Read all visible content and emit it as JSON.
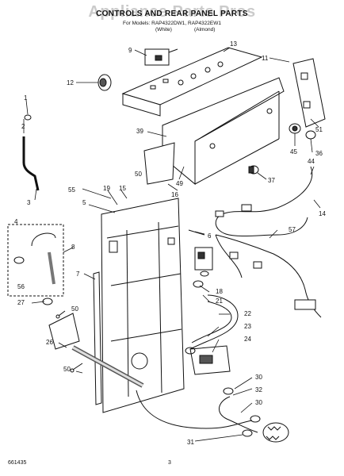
{
  "header": {
    "watermark": "Appliance Parts Pros",
    "title": "CONTROLS AND REAR PANEL PARTS",
    "models": "For Models: RAP4322DW1, RAP4322EW1",
    "variant_1": "(White)",
    "variant_2": "(Almond)"
  },
  "footer": {
    "doc_number": "661435",
    "page_number": "3"
  },
  "callouts": {
    "c9": "9",
    "c13": "13",
    "c11": "11",
    "c12": "12",
    "c1": "1",
    "c39": "39",
    "c51": "51",
    "c45": "45",
    "c36": "36",
    "c2": "2",
    "c50a": "50",
    "c49": "49",
    "c16": "16",
    "c37": "37",
    "c44": "44",
    "c3": "3",
    "c55": "55",
    "c19": "19",
    "c15": "15",
    "c14": "14",
    "c5": "5",
    "c4": "4",
    "c8": "8",
    "c6": "6",
    "c57": "57",
    "c7": "7",
    "c18": "18",
    "c56": "56",
    "c21": "21",
    "c27": "27",
    "c50b": "50",
    "c22": "22",
    "c23": "23",
    "c26": "26",
    "c24": "24",
    "c50c": "50",
    "c30a": "30",
    "c32": "32",
    "c30b": "30",
    "c31": "31"
  }
}
